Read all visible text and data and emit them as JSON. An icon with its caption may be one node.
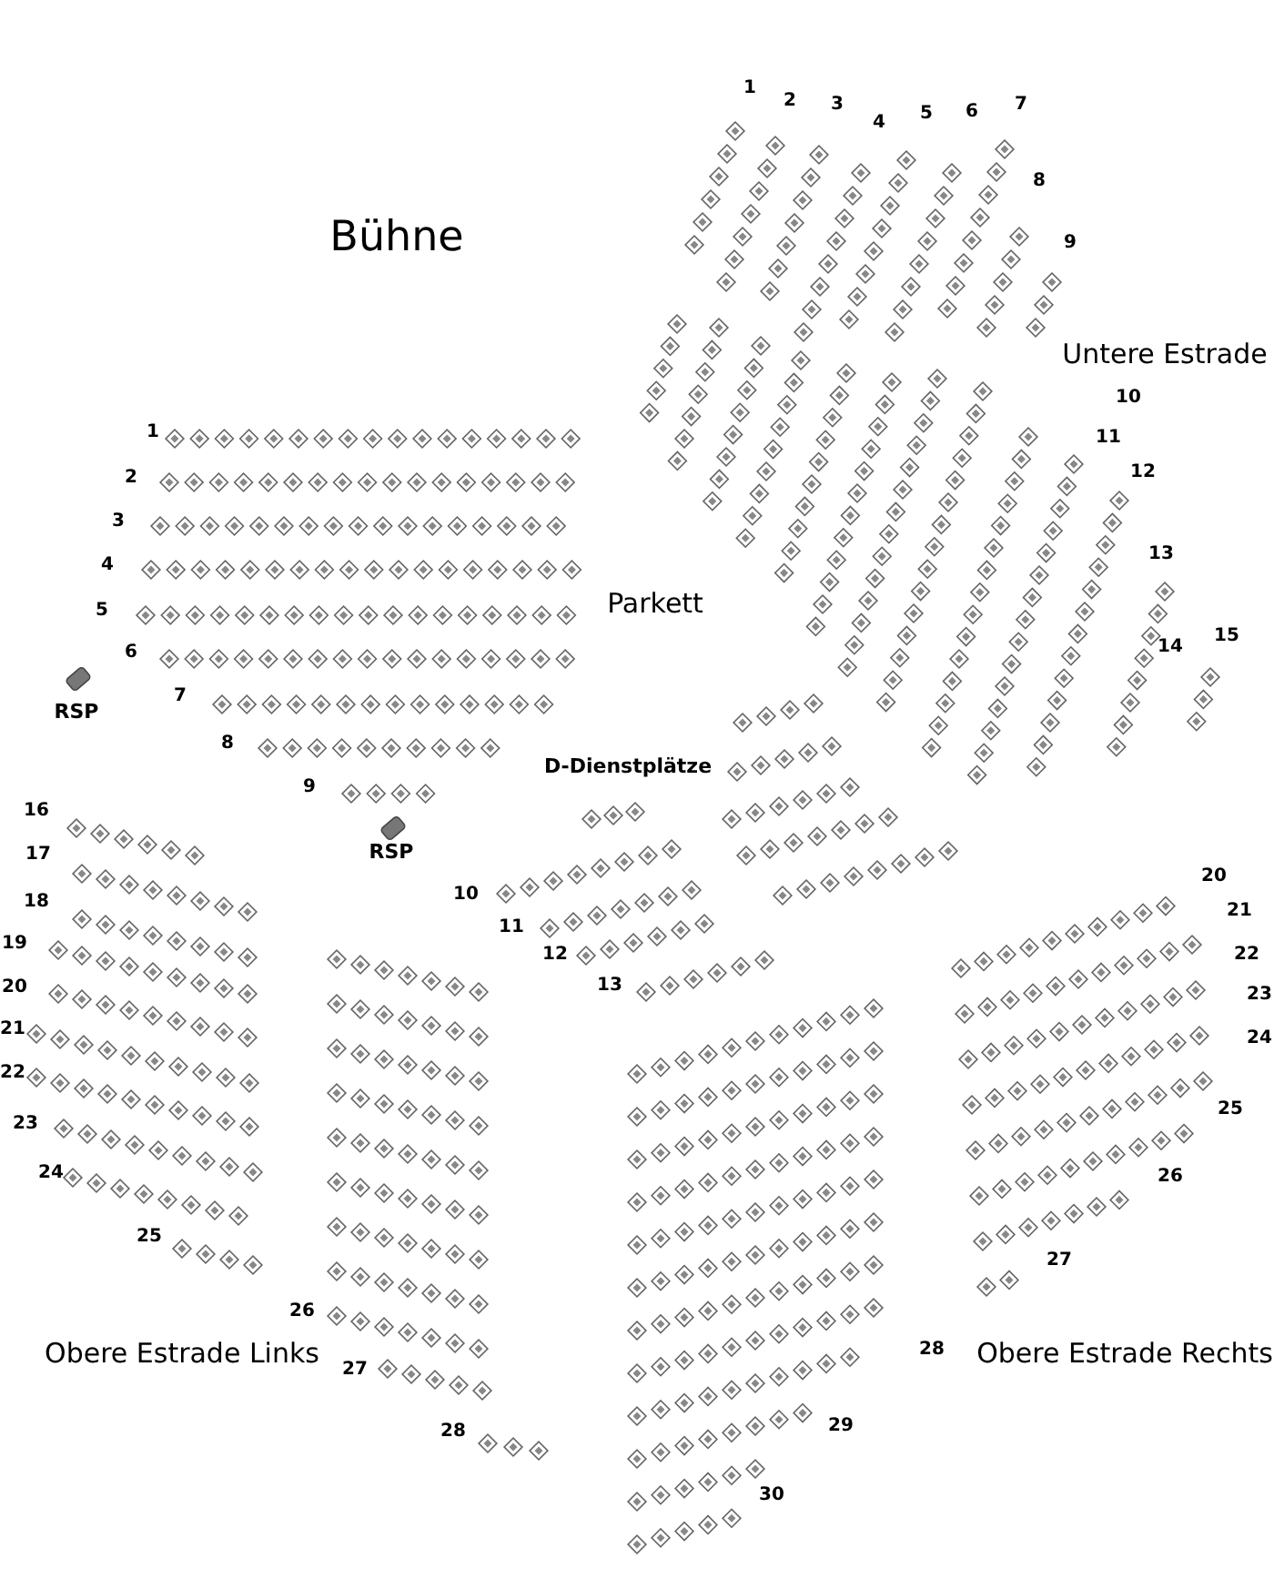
{
  "diagram": {
    "labels": [
      "Bühne",
      "1",
      "2",
      "3",
      "4",
      "5",
      "6",
      "7",
      "8",
      "9",
      "Untere Estrade",
      "10",
      "11",
      "12",
      "13",
      "14",
      "15",
      "1",
      "2",
      "3",
      "4",
      "5",
      "6",
      "7",
      "8",
      "9",
      "Parkett",
      "RSP",
      "RSP",
      "D-Dienstplätze",
      "10",
      "11",
      "12",
      "13",
      "16",
      "17",
      "18",
      "19",
      "20",
      "21",
      "22",
      "23",
      "24",
      "25",
      "26",
      "27",
      "28",
      "28",
      "29",
      "30",
      "Obere Estrade Links",
      "20",
      "21",
      "22",
      "23",
      "24",
      "25",
      "26",
      "27",
      "Obere Estrade Rechts"
    ]
  }
}
